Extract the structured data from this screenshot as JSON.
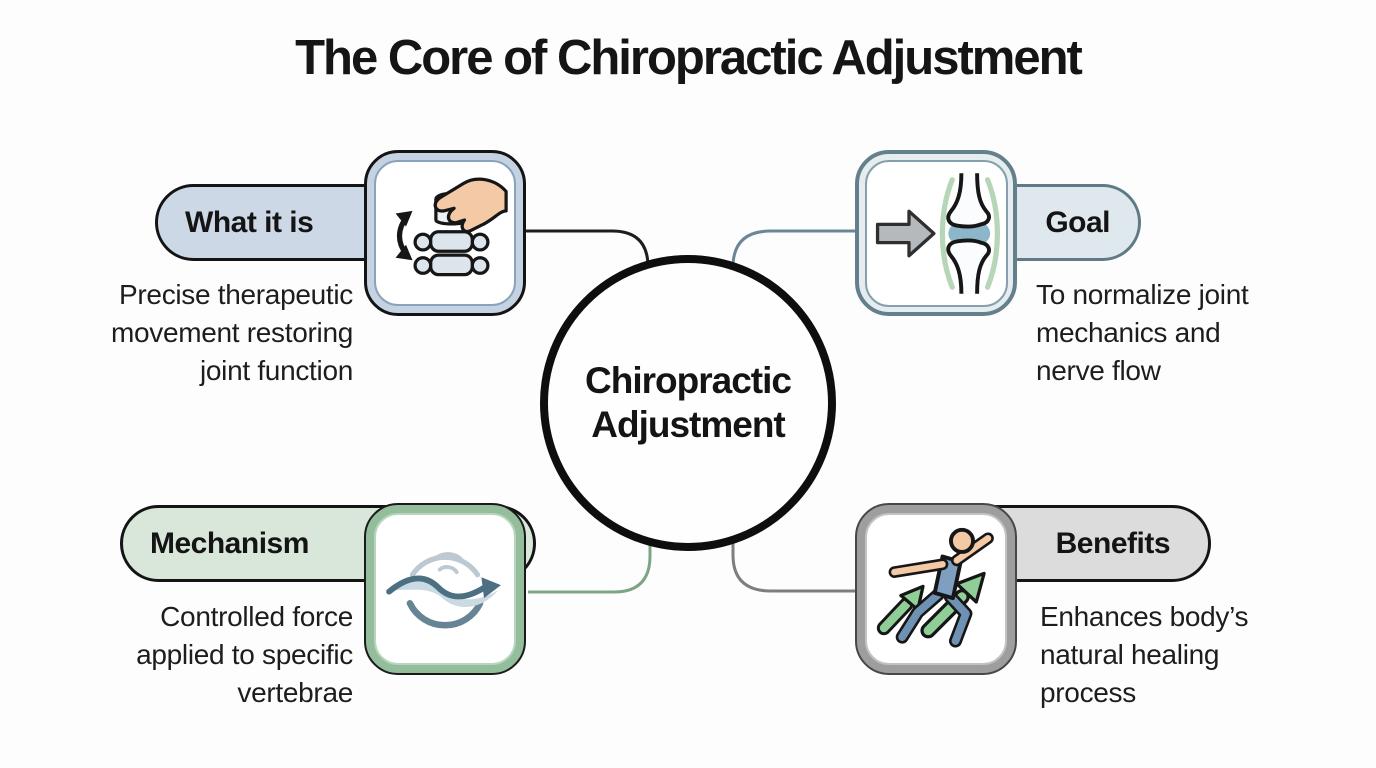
{
  "title": "The Core of Chiropractic Adjustment",
  "center_node": {
    "label": "Chiropractic\nAdjustment"
  },
  "sections": [
    {
      "id": "what-it-is",
      "label": "What it is",
      "description": "Precise therapeutic\nmovement restoring\njoint function",
      "icon": "hand-adjusting-spine-icon"
    },
    {
      "id": "goal",
      "label": "Goal",
      "description": "To normalize joint\nmechanics and\nnerve flow",
      "icon": "force-arrow-joint-icon"
    },
    {
      "id": "mechanism",
      "label": "Mechanism",
      "description": "Controlled force\napplied to specific\nvertebrae",
      "icon": "controlled-force-wave-icon"
    },
    {
      "id": "benefits",
      "label": "Benefits",
      "description": "Enhances body’s\nnatural healing\nprocess",
      "icon": "active-person-recovery-icon"
    }
  ],
  "colors": {
    "background": "#fdfdfd",
    "title_text": "#151515",
    "body_text": "#1d1d1d",
    "label_text": "#141414",
    "circle_border": "#0e0e0e",
    "circle_fill": "#fefefe",
    "pill_what_fill": "#ccd8e6",
    "pill_what_border": "#141414",
    "pill_goal_fill": "#dfe8ec",
    "pill_goal_border": "#5e7a86",
    "pill_mechanism_fill": "#d8e7d9",
    "pill_mechanism_border": "#141414",
    "pill_benefits_fill": "#dcdcdc",
    "pill_benefits_border": "#141414",
    "box_what_outer": "#141414",
    "box_what_ring": "#c4d2e2",
    "box_what_inner_line": "#8aa3bd",
    "box_goal_outer": "#64808c",
    "box_goal_ring": "#e6edf0",
    "box_goal_inner_line": "#85a0ac",
    "box_mechanism_outer": "#1a1a1a",
    "box_mechanism_ring": "#94bd9b",
    "box_mechanism_inner_line": "#b7d6bb",
    "box_benefits_outer": "#474747",
    "box_benefits_ring": "#9e9e9e",
    "box_benefits_inner_line": "#c2c2c2",
    "connector_what": "#1e1e1e",
    "connector_goal": "#6b8795",
    "connector_mechanism": "#7ca586",
    "connector_benefits": "#7e7e7e",
    "icon_outline": "#161616",
    "icon_skin": "#f4caa6",
    "icon_vertebra_fill": "#dde5ec",
    "icon_arrow_gray": "#b3b9bd",
    "icon_joint_green": "#b7d6b7",
    "icon_joint_fluid": "#8cb6c9",
    "icon_bone_fill": "#fbfcfd",
    "icon_wave_light": "#bcc9d2",
    "icon_wave_lens": "#c9dae3",
    "icon_wave_dark": "#4c6f82",
    "icon_person_blue": "#7f9fc0",
    "icon_person_leg_blue": "#6f92b4",
    "icon_arrow_green": "#8fce96"
  }
}
